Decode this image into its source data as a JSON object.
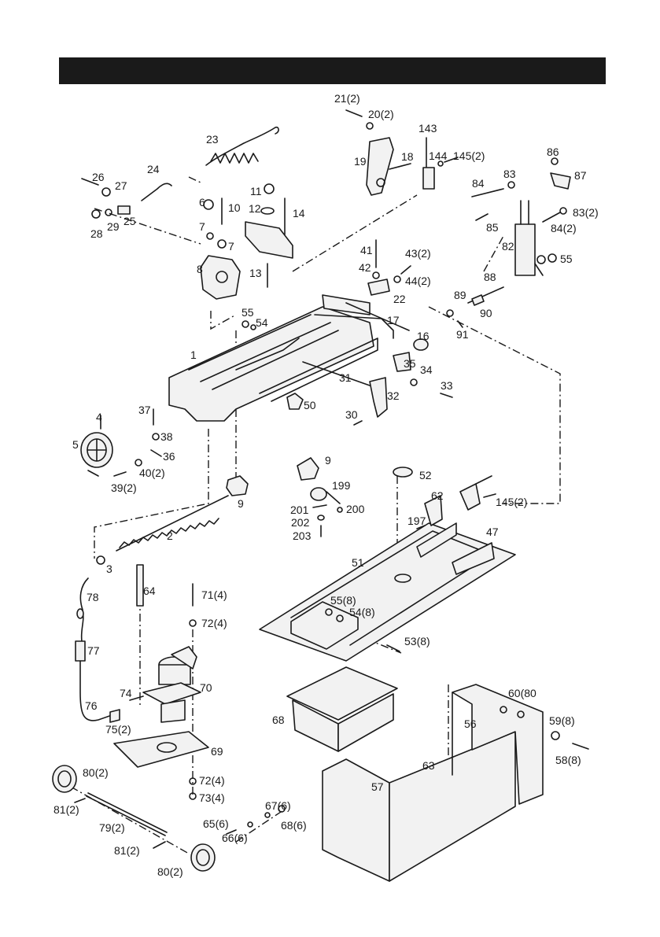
{
  "labels": [
    "21(2)",
    "20(2)",
    "143",
    "144",
    "145(2)",
    "19",
    "18",
    "23",
    "86",
    "87",
    "83",
    "84",
    "83(2)",
    "84(2)",
    "85",
    "82",
    "24",
    "26",
    "27",
    "25",
    "28",
    "29",
    "6",
    "10",
    "11",
    "12",
    "14",
    "7",
    "7",
    "8",
    "13",
    "41",
    "43(2)",
    "42",
    "44(2)",
    "22",
    "17",
    "55",
    "54",
    "88",
    "89",
    "90",
    "91",
    "1",
    "16",
    "35",
    "34",
    "33",
    "31",
    "32",
    "30",
    "50",
    "4",
    "37",
    "38",
    "36",
    "5",
    "40(2)",
    "39(2)",
    "9",
    "9",
    "199",
    "201",
    "200",
    "202",
    "203",
    "52",
    "62",
    "145(2)",
    "197",
    "47",
    "2",
    "3",
    "51",
    "55(8)",
    "54(8)",
    "53(8)",
    "78",
    "64",
    "71(4)",
    "72(4)",
    "77",
    "74",
    "70",
    "76",
    "75(2)",
    "68",
    "69",
    "60(80",
    "56",
    "59(8)",
    "58(8)",
    "63",
    "57",
    "80(2)",
    "72(4)",
    "73(4)",
    "81(2)",
    "67(6)",
    "79(2)",
    "65(6)",
    "68(6)",
    "66(6)",
    "81(2)",
    "80(2)",
    "55"
  ]
}
